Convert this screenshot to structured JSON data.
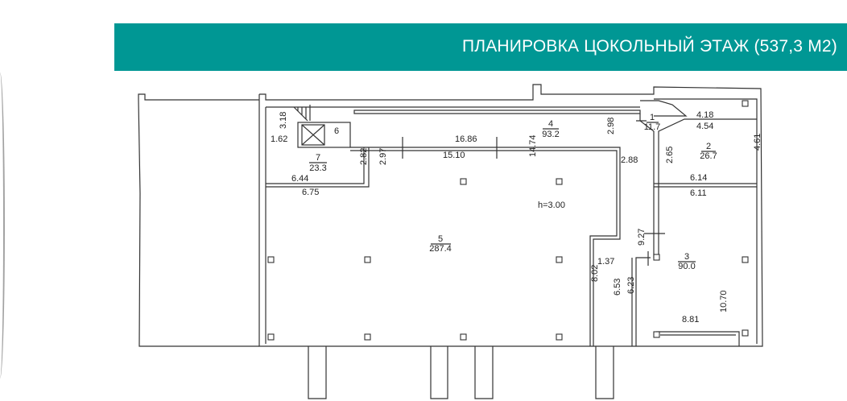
{
  "header": {
    "title": "ПЛАНИРОВКА ЦОКОЛЬНЫЙ ЭТАЖ (537,3 М2)",
    "background": "#009794"
  },
  "plan": {
    "rooms": [
      {
        "number": "1",
        "area": "11.7"
      },
      {
        "number": "2",
        "area": "26.7"
      },
      {
        "number": "3",
        "area": "90.0"
      },
      {
        "number": "4",
        "area": "93.2"
      },
      {
        "number": "5",
        "area": "287.4"
      },
      {
        "number": "6"
      },
      {
        "number": "7",
        "area": "23.3"
      }
    ],
    "ceiling_height": "h=3.00",
    "dimensions": {
      "d318": "3.18",
      "d162": "1.62",
      "d644": "6.44",
      "d675": "6.75",
      "d282": "2.82",
      "d297": "2.97",
      "d1686": "16.86",
      "d1510": "15.10",
      "d1474": "14.74",
      "d298": "2.98",
      "d288": "2.88",
      "d418": "4.18",
      "d454": "4.54",
      "d265": "2.65",
      "d461": "4.61",
      "d614": "6.14",
      "d611": "6.11",
      "d927": "9.27",
      "d137": "1.37",
      "d802": "8.02",
      "d653": "6.53",
      "d623": "6.23",
      "d881": "8.81",
      "d1070": "10.70"
    }
  }
}
